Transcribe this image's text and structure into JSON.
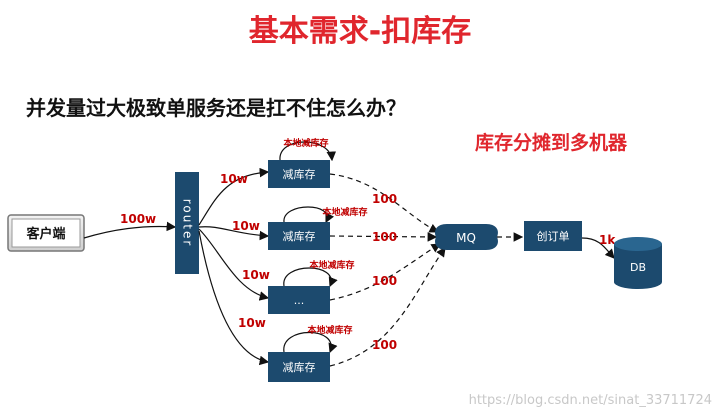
{
  "title": "基本需求-扣库存",
  "question": "并发量过大极致单服务还是扛不住怎么办？",
  "note": "库存分摊到多机器",
  "client": {
    "label": "客户端"
  },
  "router": {
    "label": "router"
  },
  "inbound": {
    "label": "100w"
  },
  "nodes": [
    {
      "label": "减库存",
      "split": "10w",
      "loop": "本地减库存",
      "to_mq": "100"
    },
    {
      "label": "减库存",
      "split": "10w",
      "loop": "本地减库存",
      "to_mq": "100"
    },
    {
      "label": "...",
      "split": "10w",
      "loop": "本地减库存",
      "to_mq": "100"
    },
    {
      "label": "减库存",
      "split": "10w",
      "loop": "本地减库存",
      "to_mq": "100"
    }
  ],
  "mq": {
    "label": "MQ"
  },
  "order": {
    "label": "创订单"
  },
  "order_to_db": "1k",
  "db": {
    "label": "DB"
  },
  "watermark": "https://blog.csdn.net/sinat_33711724",
  "colors": {
    "title": "#e0262d",
    "box": "#1c4a6e",
    "edge_label": "#c00000"
  }
}
